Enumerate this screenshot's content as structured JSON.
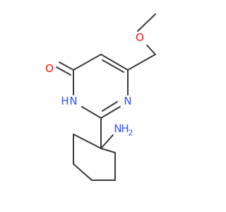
{
  "molecule": {
    "atoms": {
      "o_methoxy": {
        "label": "O",
        "color": "#ff0d0d"
      },
      "o_carbonyl": {
        "label": "O",
        "color": "#ff0d0d"
      },
      "n_ring": {
        "label": "N",
        "color": "#3050f8"
      },
      "nh_ring": {
        "label": "NH",
        "h_label": "H",
        "n_label": "N",
        "color": "#3050f8"
      },
      "nh2": {
        "n_label": "N",
        "h_label": "H",
        "sub": "2",
        "color": "#3050f8"
      }
    },
    "bond_color": "#3a3a3a"
  }
}
